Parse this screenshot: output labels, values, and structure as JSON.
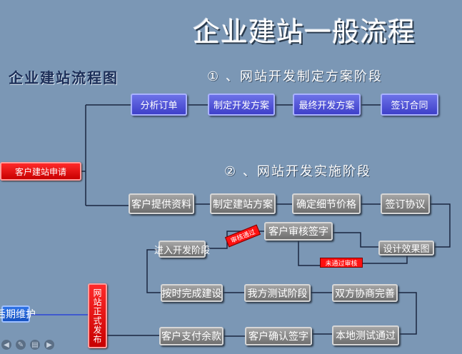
{
  "title": "企业建站一般流程",
  "subtitle": "企业建站流程图",
  "phase1_label": "①   、网站开发制定方案阶段",
  "phase2_label": "②   、网站开发实施阶段",
  "nodes": {
    "start": "客户建站申请",
    "analyze_order": "分析订单",
    "draft_plan": "制定开发方案",
    "final_plan": "最终开发方案",
    "sign_contract": "签订合同",
    "provide_materials": "客户提供资料",
    "site_plan": "制定建站方案",
    "pricing": "确定细节价格",
    "sign_agreement": "签订协议",
    "client_review": "客户审核签字",
    "design_mockup": "设计效果图",
    "enter_dev": "进入开发阶段",
    "on_time_build": "按时完成建设",
    "our_testing": "我方测试阶段",
    "negotiate": "双方协商完善",
    "pay_balance": "客户支付余款",
    "client_confirm": "客户确认签字",
    "local_test_pass": "本地测试通过",
    "official_release": "网站正式发布",
    "maintenance": "后期维护"
  },
  "tags": {
    "review_pass": "审核通过",
    "review_fail": "未通过审核"
  },
  "toolbar_icons": [
    "back-icon",
    "pen-icon",
    "forward-icon",
    "menu-icon"
  ]
}
